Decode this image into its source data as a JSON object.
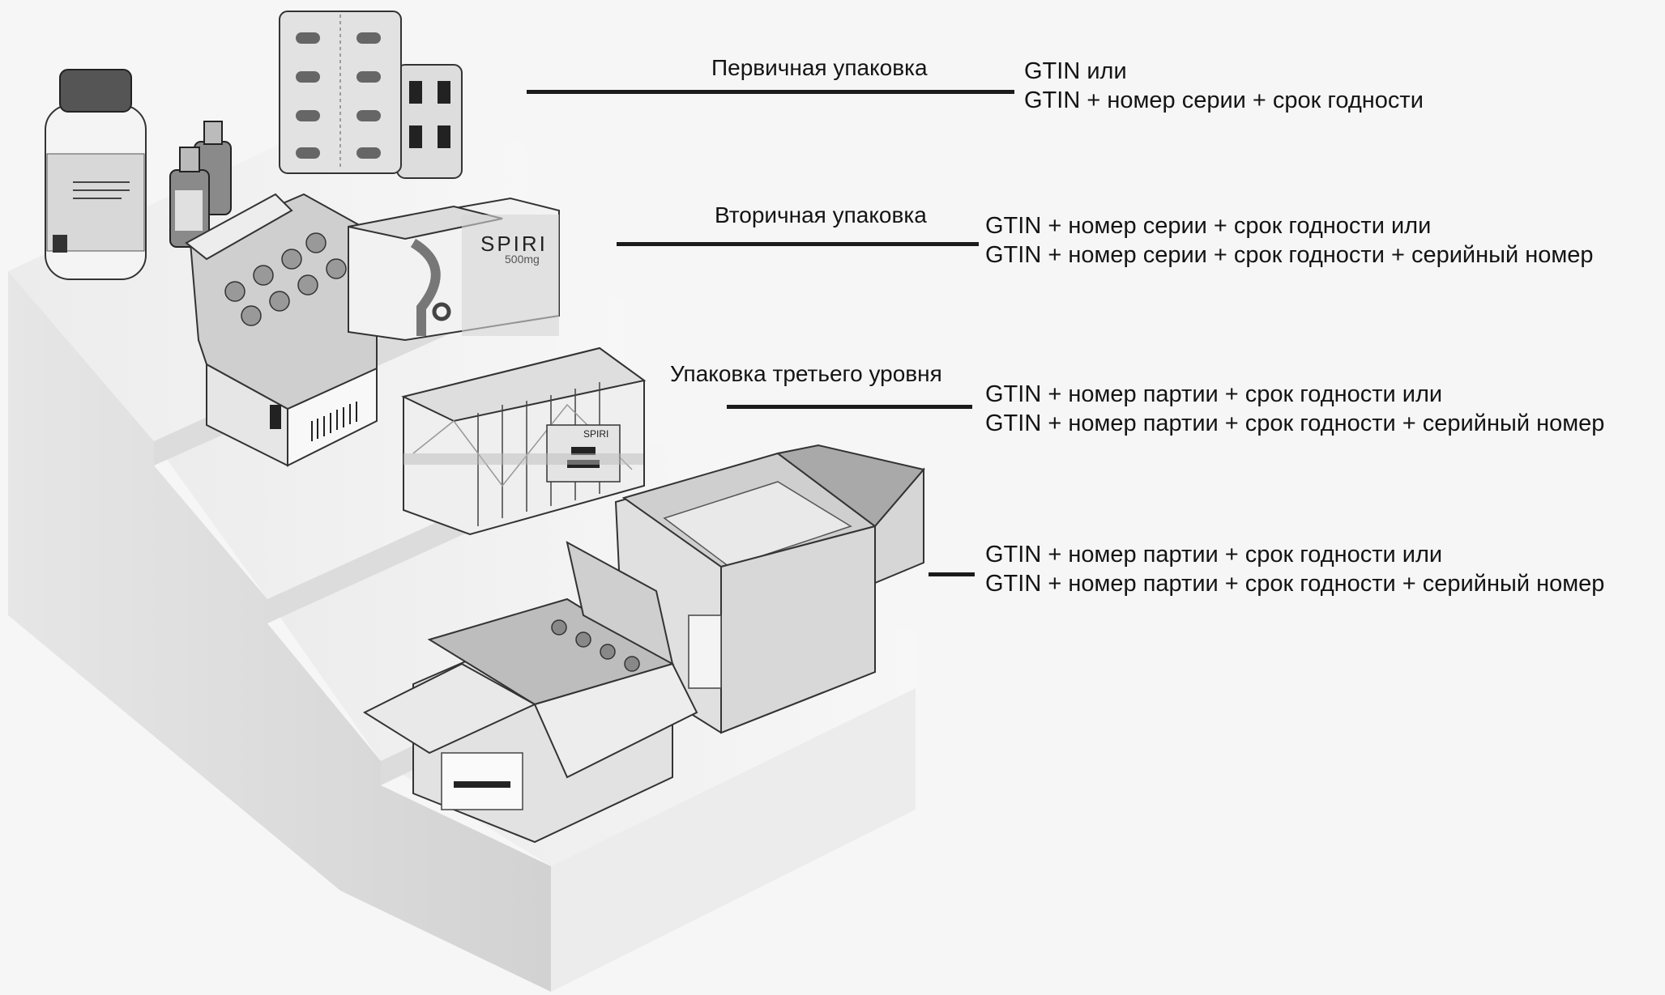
{
  "diagram": {
    "levels": [
      {
        "name": "Первичная упаковка",
        "codes": [
          "GTIN или",
          "GTIN + номер серии + срок годности"
        ]
      },
      {
        "name": "Вторичная упаковка",
        "codes": [
          "GTIN + номер серии + срок годности или",
          "GTIN + номер серии + срок годности + серийный номер"
        ]
      },
      {
        "name": "Упаковка третьего уровня",
        "codes": [
          "GTIN + номер партии + срок годности или",
          "GTIN + номер партии + срок годности + серийный номер"
        ]
      },
      {
        "name": "",
        "codes": [
          "GTIN + номер партии + срок годности или",
          "GTIN + номер партии + срок годности + серийный номер"
        ]
      }
    ],
    "product_labels": {
      "brand": "SPIRI",
      "dose": "500mg"
    }
  }
}
